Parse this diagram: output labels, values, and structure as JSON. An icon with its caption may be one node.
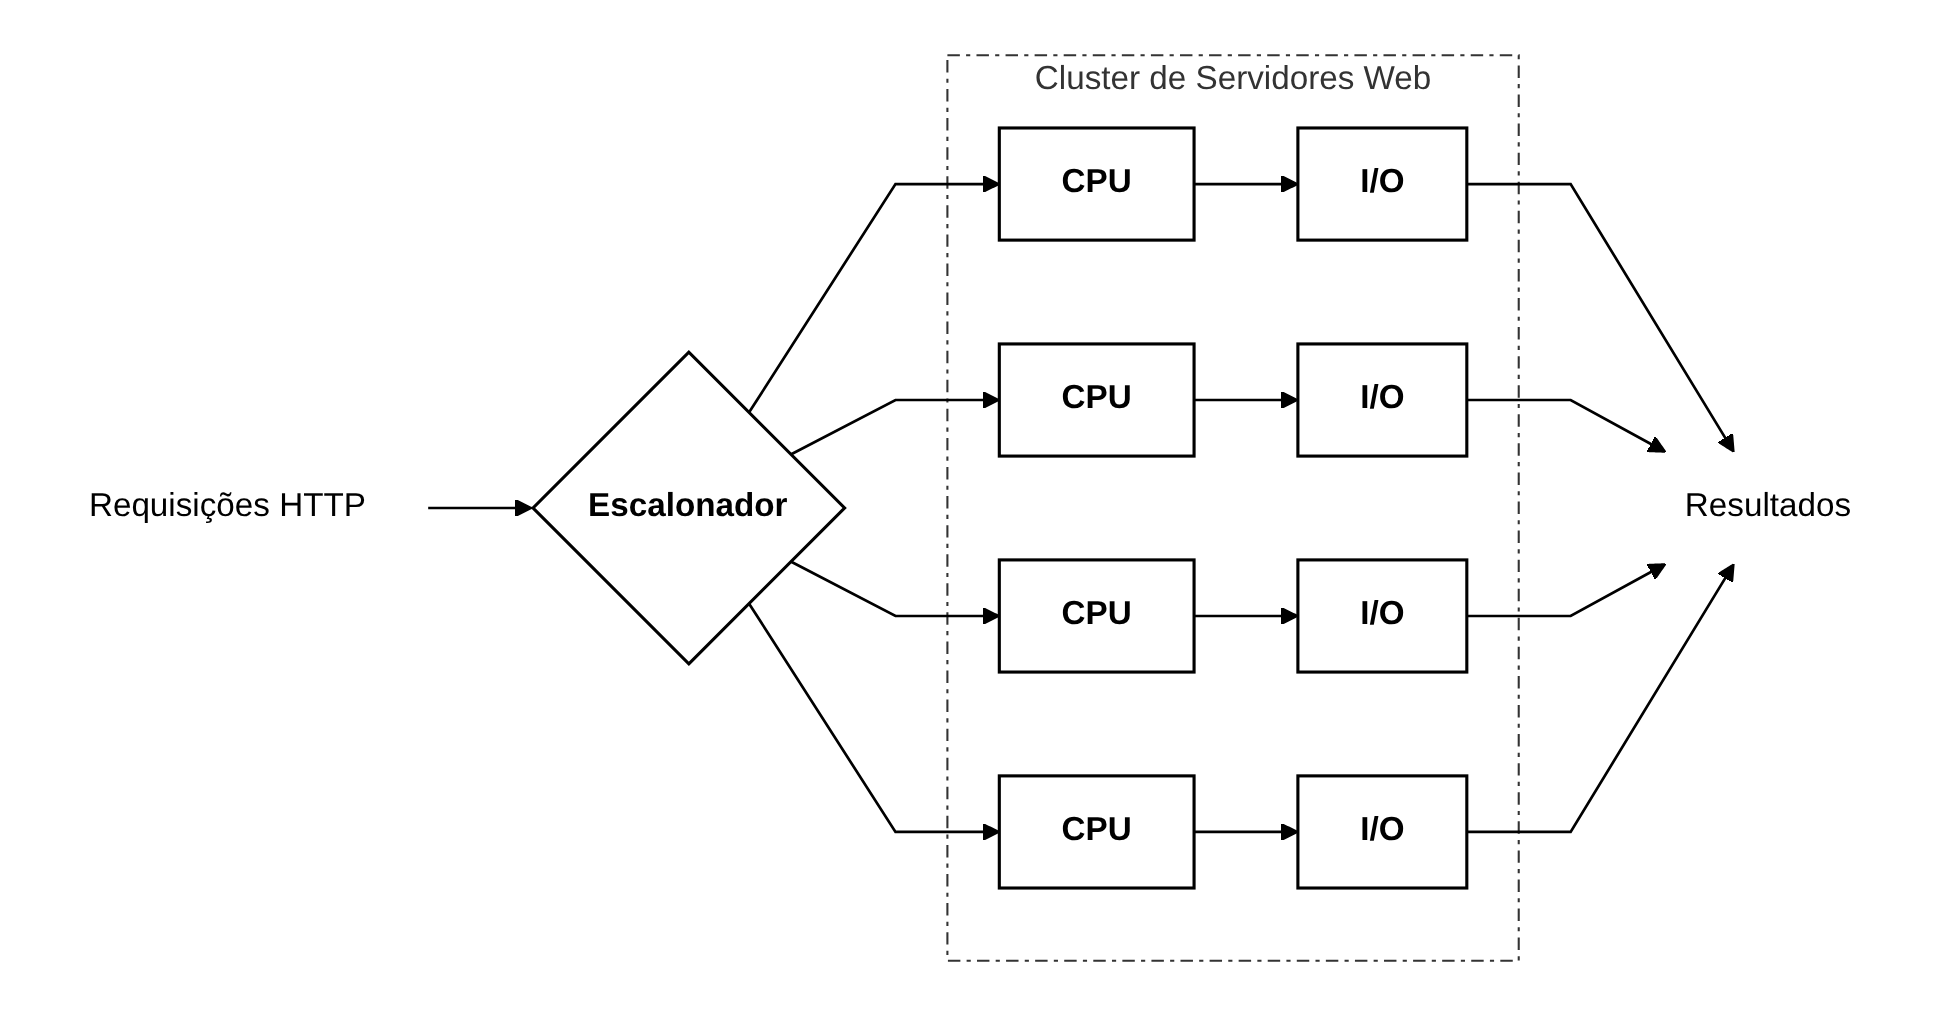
{
  "diagram": {
    "nodes": [
      {
        "text": [
          "Cluster de Servidores Web"
        ]
      },
      {
        "text": [
          "Requisições HTTP"
        ]
      },
      {
        "text": [
          "Escalonador"
        ]
      },
      {
        "text": [
          "CPU"
        ],
        "in": 0
      },
      {
        "text": [
          "I/O"
        ],
        "in": 0
      },
      {
        "text": [
          "CPU"
        ],
        "in": 0
      },
      {
        "text": [
          "I/O"
        ],
        "in": 0
      },
      {
        "text": [
          "CPU"
        ],
        "in": 0
      },
      {
        "text": [
          "I/O"
        ],
        "in": 0
      },
      {
        "text": [
          "CPU"
        ],
        "in": 0
      },
      {
        "text": [
          "I/O"
        ],
        "in": 0
      },
      {
        "text": [
          "Resultados"
        ]
      }
    ],
    "edges": [
      {
        "from": 1,
        "to": 2,
        "arrow": "to"
      },
      {
        "from": 2,
        "to": 3,
        "arrow": "to"
      },
      {
        "from": 2,
        "to": 5,
        "arrow": "to"
      },
      {
        "from": 2,
        "to": 7,
        "arrow": "to"
      },
      {
        "from": 2,
        "to": 9,
        "arrow": "to"
      },
      {
        "from": 3,
        "to": 4,
        "arrow": "to"
      },
      {
        "from": 5,
        "to": 6,
        "arrow": "to"
      },
      {
        "from": 7,
        "to": 8,
        "arrow": "to"
      },
      {
        "from": 9,
        "to": 10,
        "arrow": "to"
      },
      {
        "from": 4,
        "to": 11,
        "arrow": "to"
      },
      {
        "from": 6,
        "to": 11,
        "arrow": "to"
      },
      {
        "from": 8,
        "to": 11,
        "arrow": "to"
      },
      {
        "from": 10,
        "to": 11,
        "arrow": "to"
      }
    ]
  }
}
